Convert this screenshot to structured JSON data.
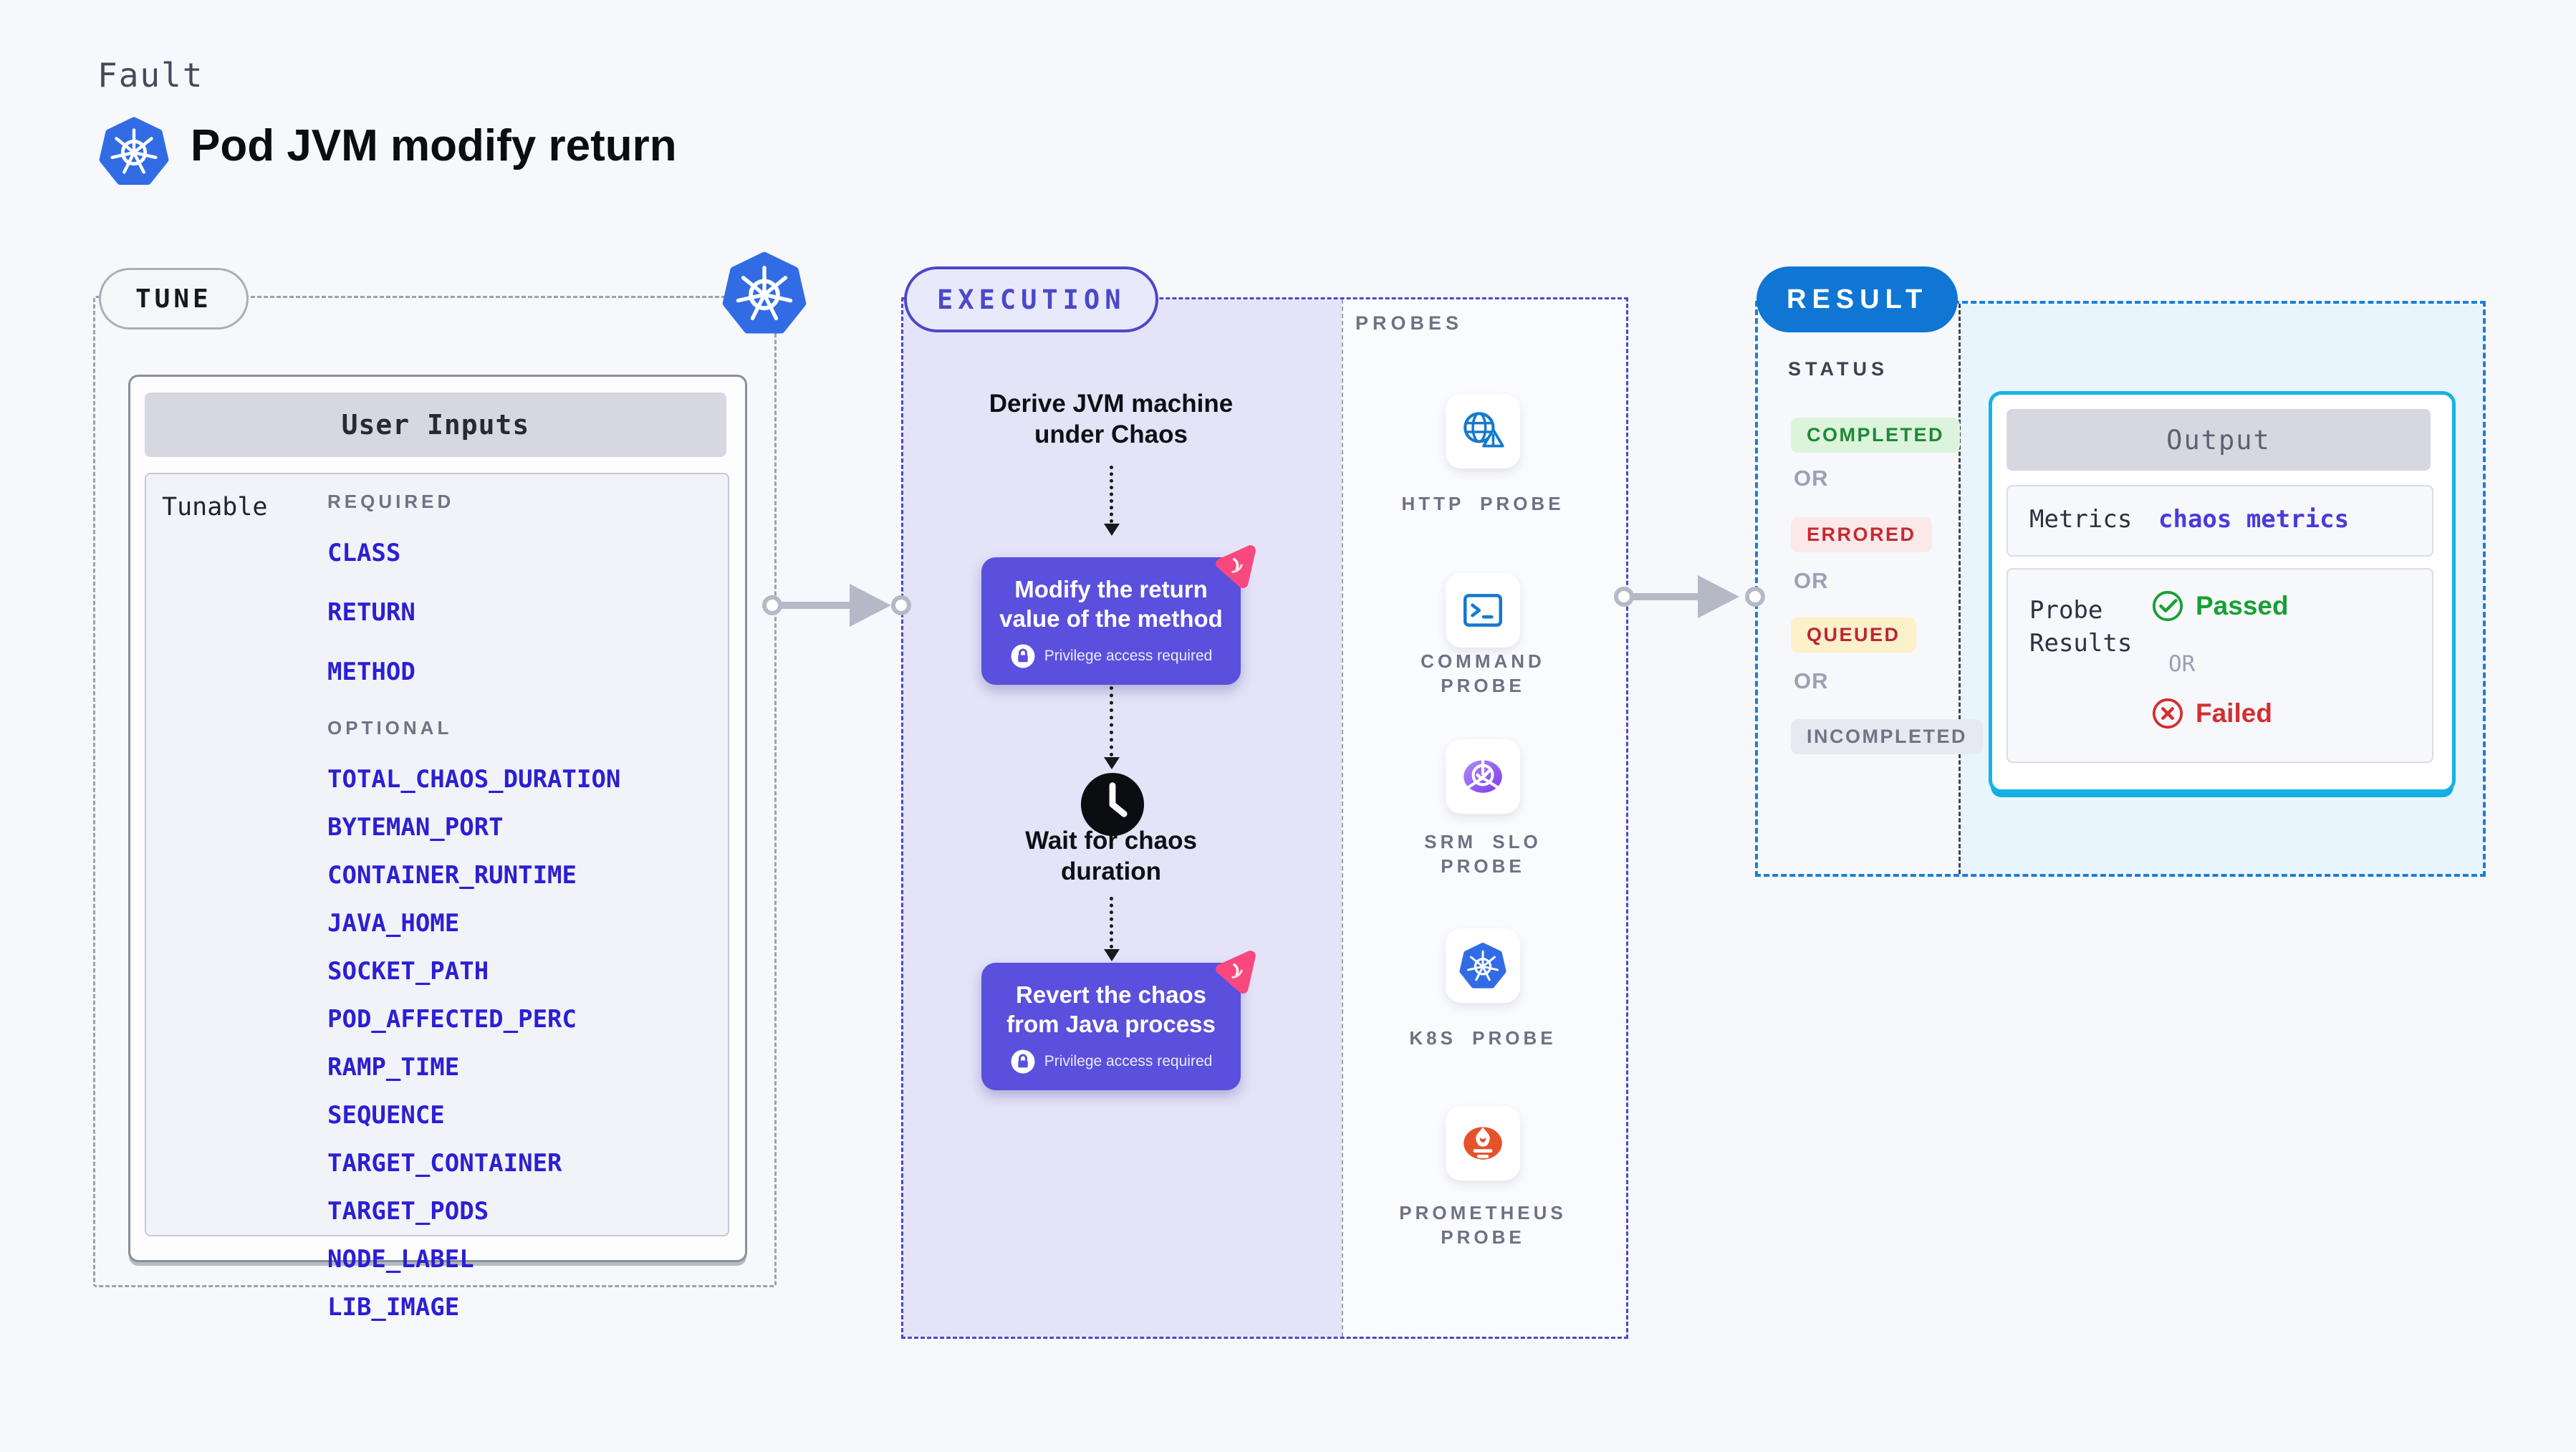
{
  "page": {
    "kicker": "Fault",
    "title": "Pod JVM modify return"
  },
  "tune": {
    "pill_label": "TUNE",
    "card_title": "User Inputs",
    "row_label": "Tunable",
    "fields": [
      {
        "label": "REQUIRED",
        "variant": "section",
        "interactable": "false"
      },
      {
        "label": "CLASS",
        "variant": "field-lg",
        "interactable": "true"
      },
      {
        "label": "RETURN",
        "variant": "field-lg",
        "interactable": "true"
      },
      {
        "label": "METHOD",
        "variant": "field-lg",
        "interactable": "true"
      },
      {
        "label": "OPTIONAL",
        "variant": "section",
        "interactable": "false"
      },
      {
        "label": "TOTAL_CHAOS_DURATION",
        "variant": "field",
        "interactable": "true"
      },
      {
        "label": "BYTEMAN_PORT",
        "variant": "field",
        "interactable": "true"
      },
      {
        "label": "CONTAINER_RUNTIME",
        "variant": "field",
        "interactable": "true"
      },
      {
        "label": "JAVA_HOME",
        "variant": "field",
        "interactable": "true"
      },
      {
        "label": "SOCKET_PATH",
        "variant": "field",
        "interactable": "true"
      },
      {
        "label": "POD_AFFECTED_PERC",
        "variant": "field",
        "interactable": "true"
      },
      {
        "label": "RAMP_TIME",
        "variant": "field",
        "interactable": "true"
      },
      {
        "label": "SEQUENCE",
        "variant": "field",
        "interactable": "true"
      },
      {
        "label": "TARGET_CONTAINER",
        "variant": "field",
        "interactable": "true"
      },
      {
        "label": "TARGET_PODS",
        "variant": "field",
        "interactable": "true"
      },
      {
        "label": "NODE_LABEL",
        "variant": "field",
        "interactable": "true"
      },
      {
        "label": "LIB_IMAGE",
        "variant": "field",
        "interactable": "true"
      }
    ]
  },
  "execution": {
    "pill_label": "EXECUTION",
    "step_derive": "Derive JVM machine under Chaos",
    "modify": {
      "title": "Modify the return value of the method",
      "badge": "Privilege access required"
    },
    "wait": "Wait for chaos duration",
    "revert": {
      "title": "Revert the chaos from Java process",
      "badge": "Privilege access required"
    }
  },
  "probes": {
    "label": "PROBES",
    "items": [
      {
        "label": "HTTP PROBE",
        "icon": "http-probe-icon"
      },
      {
        "label": "COMMAND PROBE",
        "icon": "command-probe-icon"
      },
      {
        "label": "SRM SLO PROBE",
        "icon": "srm-slo-probe-icon"
      },
      {
        "label": "K8S PROBE",
        "icon": "kubernetes-icon"
      },
      {
        "label": "PROMETHEUS PROBE",
        "icon": "prometheus-icon"
      }
    ]
  },
  "result": {
    "pill_label": "RESULT",
    "status_label": "STATUS",
    "or_label": "OR",
    "statuses": [
      {
        "label": "COMPLETED",
        "variant": "green"
      },
      {
        "label": "ERRORED",
        "variant": "red"
      },
      {
        "label": "QUEUED",
        "variant": "yellow"
      },
      {
        "label": "INCOMPLETED",
        "variant": "gray"
      }
    ],
    "output": {
      "title": "Output",
      "metrics_label": "Metrics",
      "metrics_value": "chaos metrics",
      "probe_results_label": "Probe Results",
      "passed_label": "Passed",
      "or_label": "OR",
      "failed_label": "Failed"
    }
  },
  "colors": {
    "kubernetes_blue": "#326CE5",
    "action_purple": "#5A50DD",
    "execution_indigo": "#4B48C9",
    "execution_bg": "#E4E3F8",
    "chaos_pink": "#F9487E",
    "result_blue": "#0F76D3",
    "result_dash_blue": "#1B7FD6",
    "output_cyan_border": "#17B2E4",
    "output_area_bg": "#E8F5FC",
    "field_link_blue": "#2B1FD3",
    "passed_green": "#18A035",
    "failed_red": "#D32F30",
    "probe_icon_blue": "#1479CF",
    "prometheus_orange": "#E6522C"
  }
}
